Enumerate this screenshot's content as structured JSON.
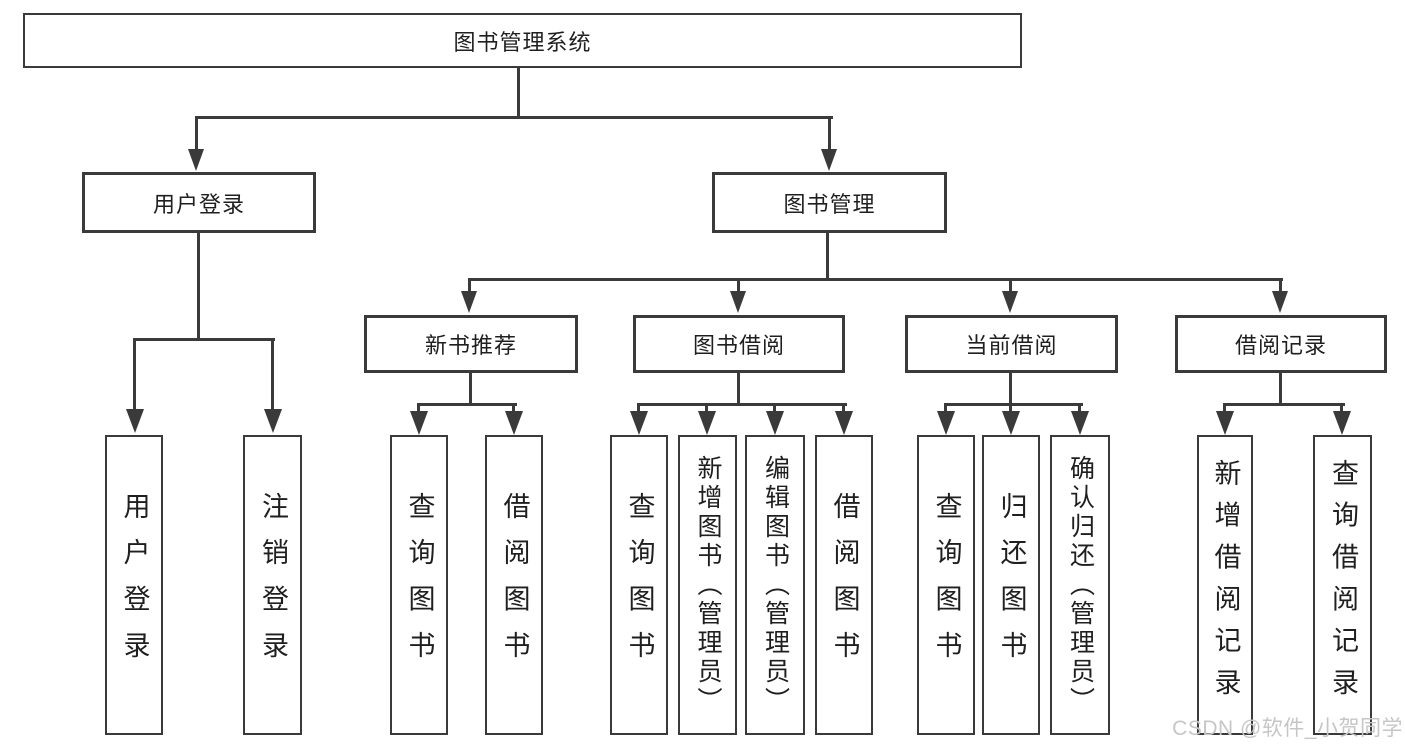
{
  "tree": {
    "root": "图书管理系统",
    "level2": [
      "用户登录",
      "图书管理"
    ],
    "level3": [
      "新书推荐",
      "图书借阅",
      "当前借阅",
      "借阅记录"
    ],
    "level4": {
      "login": [
        "用户登录",
        "注销登录"
      ],
      "recommend": [
        "查询图书",
        "借阅图书"
      ],
      "borrow": [
        "查询图书",
        "新增图书（管理员）",
        "编辑图书（管理员）",
        "借阅图书"
      ],
      "current": [
        "查询图书",
        "归还图书",
        "确认归还（管理员）"
      ],
      "record": [
        "新增借阅记录",
        "查询借阅记录"
      ]
    }
  },
  "watermark": {
    "text": "CSDN @软件_小贺同学"
  },
  "colors": {
    "line": "#3a3a3a",
    "text": "#1f1f1f",
    "background": "#ffffff",
    "watermark": "#c6c6c6"
  }
}
